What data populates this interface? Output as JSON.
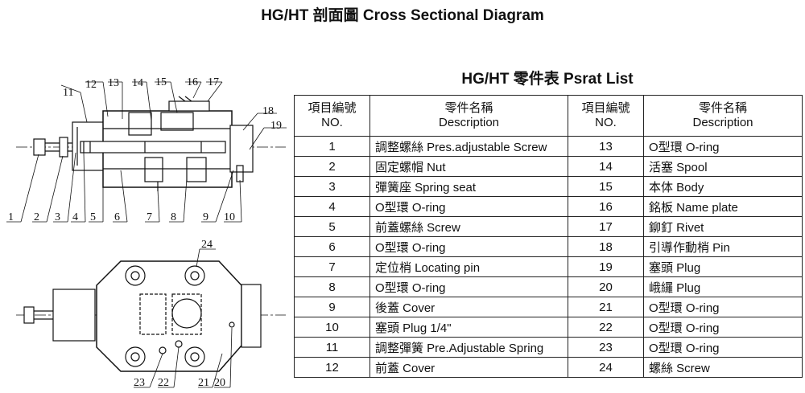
{
  "page_title": "HG/HT 剖面圖  Cross Sectional Diagram",
  "list_title": "HG/HT 零件表 Psrat List",
  "table": {
    "headers": {
      "no_zh": "項目編號",
      "no_en": "NO.",
      "desc_zh": "零件名稱",
      "desc_en": "Description"
    },
    "rows": [
      {
        "left_no": "1",
        "left_desc": "調整螺絲 Pres.adjustable Screw",
        "right_no": "13",
        "right_desc": "O型環 O-ring"
      },
      {
        "left_no": "2",
        "left_desc": "固定螺帽 Nut",
        "right_no": "14",
        "right_desc": "活塞 Spool"
      },
      {
        "left_no": "3",
        "left_desc": "彈簧座 Spring seat",
        "right_no": "15",
        "right_desc": "本体 Body"
      },
      {
        "left_no": "4",
        "left_desc": "O型環 O-ring",
        "right_no": "16",
        "right_desc": "銘板 Name plate"
      },
      {
        "left_no": "5",
        "left_desc": "前蓋螺絲 Screw",
        "right_no": "17",
        "right_desc": "鉚釘 Rivet"
      },
      {
        "left_no": "6",
        "left_desc": "O型環 O-ring",
        "right_no": "18",
        "right_desc": "引導作動梢 Pin"
      },
      {
        "left_no": "7",
        "left_desc": "定位梢 Locating pin",
        "right_no": "19",
        "right_desc": "塞頭 Plug"
      },
      {
        "left_no": "8",
        "left_desc": "O型環 O-ring",
        "right_no": "20",
        "right_desc": "峨纙 Plug"
      },
      {
        "left_no": "9",
        "left_desc": "後蓋 Cover",
        "right_no": "21",
        "right_desc": "O型環 O-ring"
      },
      {
        "left_no": "10",
        "left_desc": "塞頭 Plug  1/4\"",
        "right_no": "22",
        "right_desc": "O型環 O-ring"
      },
      {
        "left_no": "11",
        "left_desc": "調整彈簧 Pre.Adjustable Spring",
        "right_no": "23",
        "right_desc": "O型環 O-ring"
      },
      {
        "left_no": "12",
        "left_desc": "前蓋 Cover",
        "right_no": "24",
        "right_desc": "螺絲 Screw"
      }
    ]
  },
  "diagram_labels": {
    "top": [
      "11",
      "12",
      "13",
      "14",
      "15",
      "16",
      "17",
      "18",
      "19"
    ],
    "bottom": [
      "1",
      "2",
      "3",
      "4",
      "5",
      "6",
      "7",
      "8",
      "9",
      "10"
    ],
    "plan": [
      "24",
      "23",
      "22",
      "21",
      "20"
    ]
  }
}
